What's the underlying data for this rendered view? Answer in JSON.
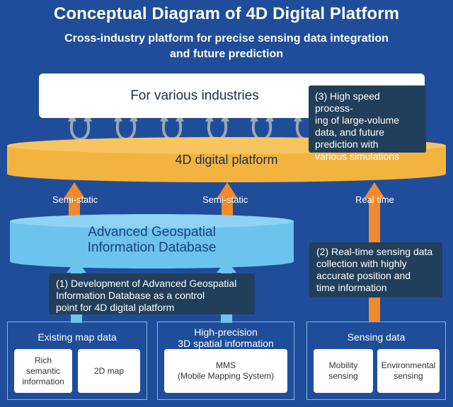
{
  "header": {
    "title": "Conceptual Diagram of 4D Digital Platform",
    "subtitle_line1": "Cross-industry platform for precise sensing data integration",
    "subtitle_line2": "and future prediction"
  },
  "industries": {
    "label": "For various industries"
  },
  "callouts": {
    "c3": [
      "(3) High speed process-",
      "ing of large-volume",
      "data, and future",
      "prediction with",
      "various simulations"
    ],
    "c1": [
      "(1) Development of Advanced Geospatial",
      "Information Database as a control",
      "point for 4D digital platform"
    ],
    "c2": [
      "(2) Real-time sensing data",
      "collection with highly",
      "accurate position and",
      "time information"
    ]
  },
  "platform": {
    "label": "4D digital platform"
  },
  "flows": {
    "left": "Semi-static",
    "middle": "Semi-static",
    "right": "Real time"
  },
  "geo_db": {
    "line1": "Advanced Geospatial",
    "line2": "Information Database"
  },
  "sources": {
    "existing": {
      "title": "Existing map data",
      "items": [
        [
          "Rich",
          "semantic",
          "information"
        ],
        [
          "2D map"
        ]
      ]
    },
    "high_precision": {
      "title_line1": "High-precision",
      "title_line2": "3D spatial information",
      "item_line1": "MMS",
      "item_line2": "(Mobile Mapping System)"
    },
    "sensing": {
      "title": "Sensing data",
      "items": [
        [
          "Mobility",
          "sensing"
        ],
        [
          "Environmental",
          "sensing"
        ]
      ]
    }
  },
  "colors": {
    "background": "#1f4d9a",
    "platform": "#f3b43f",
    "database": "#6cc4ee",
    "arrow": "#f08a2c",
    "callout": "#213f5a",
    "loop": "#9aa8b6"
  }
}
